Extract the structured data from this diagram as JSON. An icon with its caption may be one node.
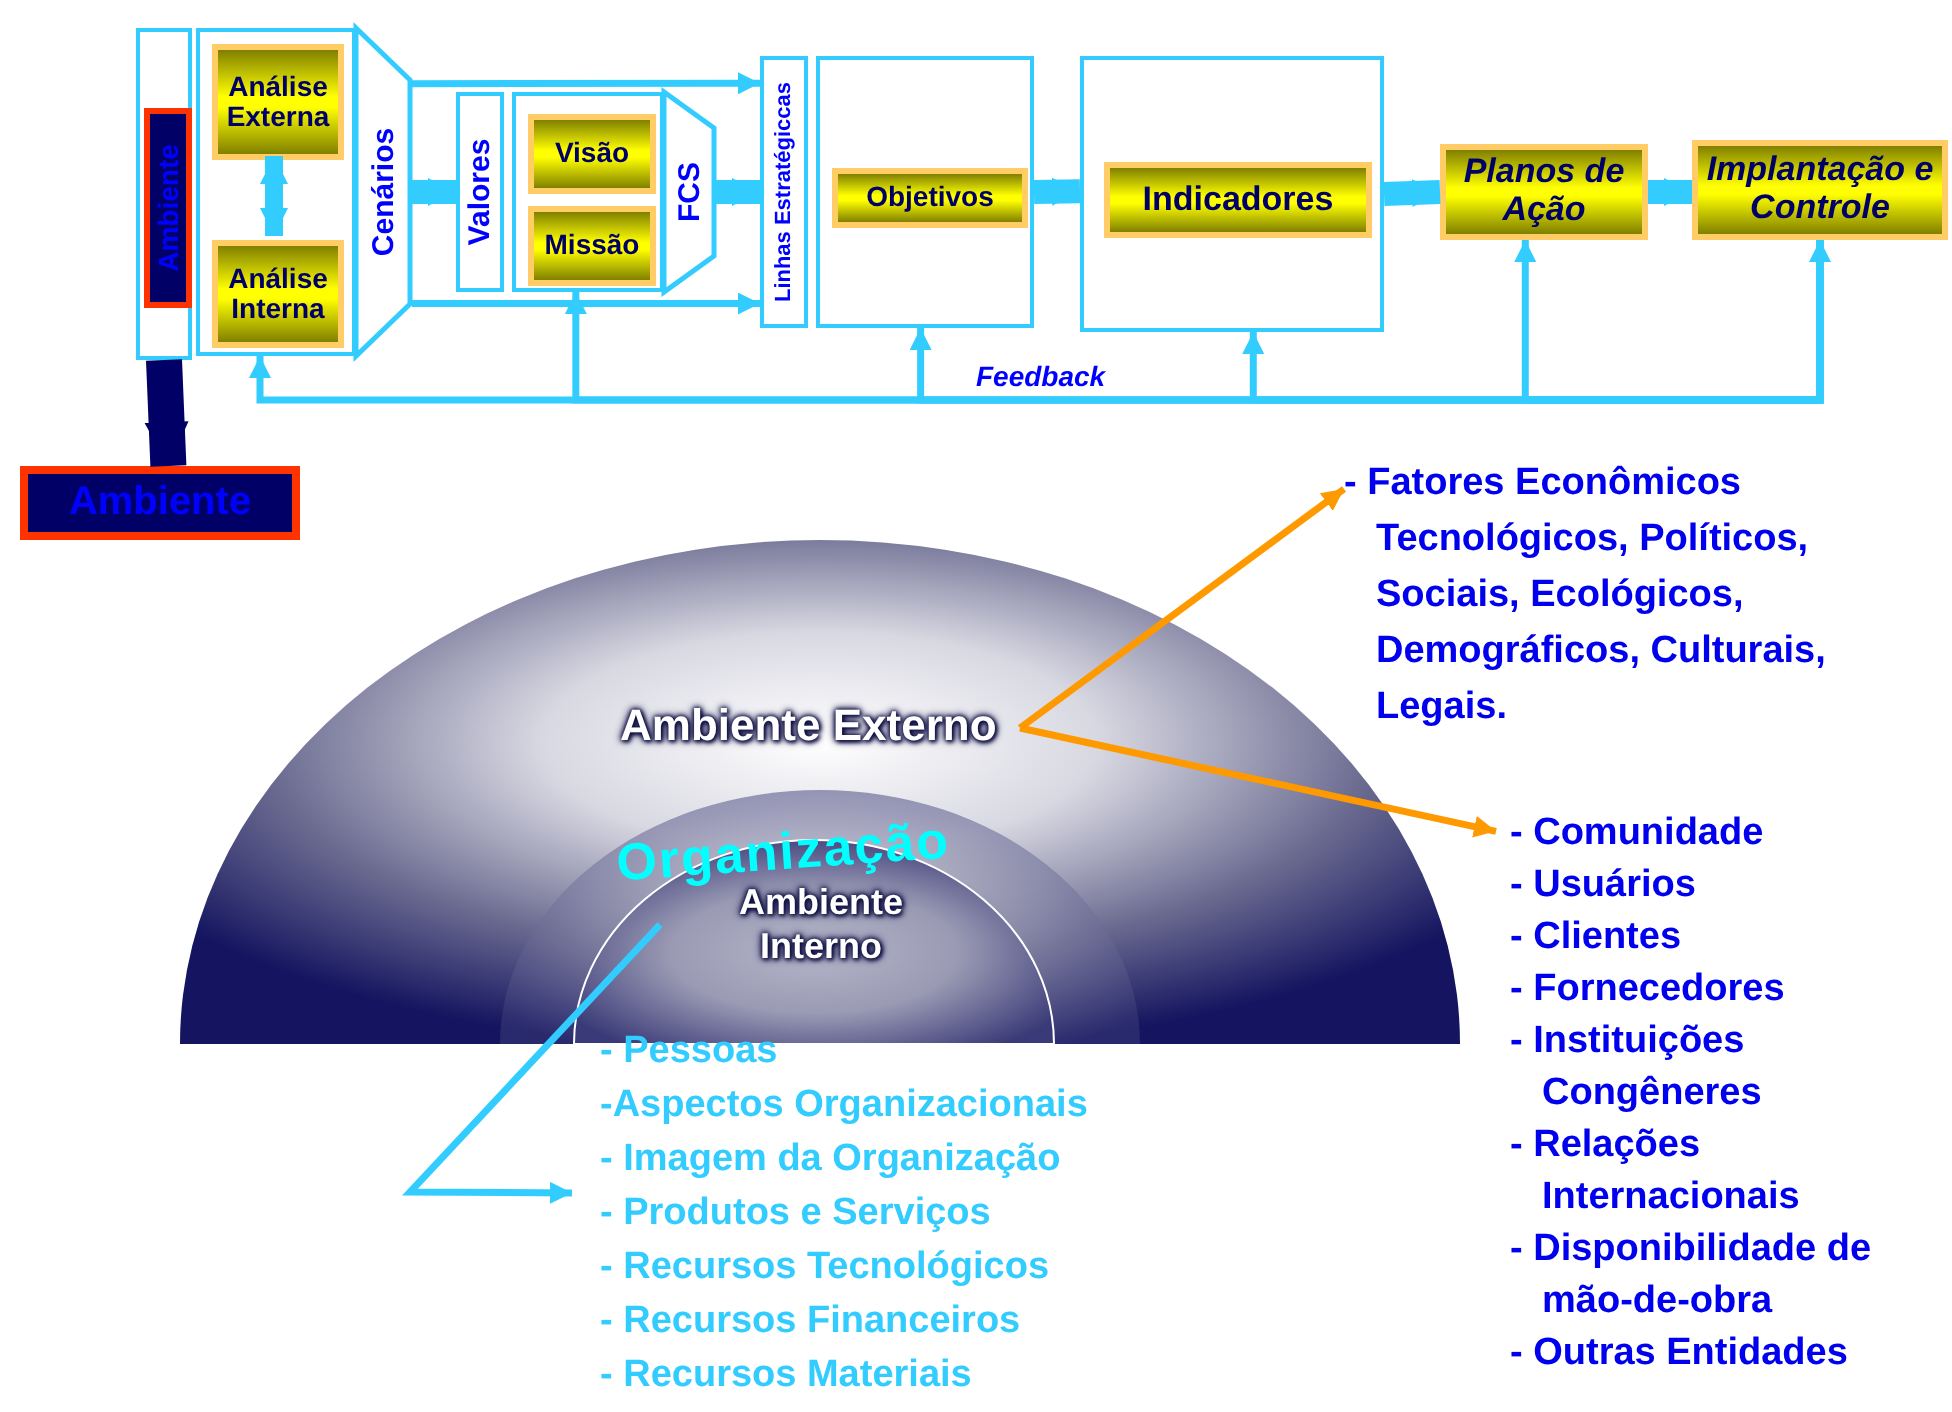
{
  "diagram": {
    "nodes": [
      {
        "text": [],
        "shape": "box"
      },
      {
        "text": [
          "Ambiente"
        ],
        "in": 0
      },
      {
        "text": [],
        "shape": "box"
      },
      {
        "text": [
          "Análise Externa"
        ],
        "in": 2
      },
      {
        "text": [
          "Análise Interna"
        ],
        "in": 2
      },
      {
        "text": [
          "Cenários"
        ]
      },
      {
        "text": [
          "Valores"
        ]
      },
      {
        "text": [],
        "shape": "box"
      },
      {
        "text": [
          "Visão"
        ],
        "in": 7
      },
      {
        "text": [
          "Missão"
        ],
        "in": 7
      },
      {
        "text": [
          "FCS"
        ]
      },
      {
        "text": [
          "Linhas Estratégiccas"
        ]
      },
      {
        "text": [],
        "shape": "box"
      },
      {
        "text": [
          "Objetivos"
        ],
        "in": 12
      },
      {
        "text": [],
        "shape": "box"
      },
      {
        "text": [
          "Indicadores"
        ],
        "in": 14
      },
      {
        "text": [
          "Planos de Ação"
        ]
      },
      {
        "text": [
          "Implantação e Controle"
        ]
      },
      {
        "text": [
          "Ambiente"
        ]
      },
      {
        "text": [],
        "shape": "dome"
      },
      {
        "text": [
          "Ambiente Externo"
        ],
        "in": 19
      },
      {
        "text": [
          "Organização",
          "Ambiente Interno"
        ],
        "in": 19
      },
      {
        "text": [
          "- Fatores Econômicos Tecnológicos, Políticos, Sociais, Ecológicos, Demográficos, Culturais, Legais."
        ]
      },
      {
        "text": [
          "- Comunidade",
          "- Usuários",
          "- Clientes",
          "- Fornecedores",
          "- Instituições Congêneres",
          "- Relações Internacionais",
          "- Disponibilidade de mão-de-obra",
          "- Outras Entidades"
        ]
      },
      {
        "text": [
          "- Pessoas",
          "-Aspectos Organizacionais",
          "- Imagem da Organização",
          "- Produtos e Serviços",
          "- Recursos Tecnológicos",
          "- Recursos Financeiros",
          "- Recursos Materiais"
        ]
      }
    ],
    "edges": [
      {
        "from": 3,
        "to": 4,
        "arrow": "both",
        "style": "thick"
      },
      {
        "from": 5,
        "to": 6,
        "arrow": "to",
        "style": "thick"
      },
      {
        "from": 5,
        "to": 11,
        "arrow": "to"
      },
      {
        "from": 5,
        "to": 11,
        "arrow": "to"
      },
      {
        "from": 10,
        "to": 11,
        "arrow": "to",
        "style": "thick"
      },
      {
        "from": 12,
        "to": 14,
        "arrow": "to",
        "style": "thick"
      },
      {
        "from": 14,
        "to": 16,
        "arrow": "to",
        "style": "thick"
      },
      {
        "from": 16,
        "to": 17,
        "arrow": "to",
        "style": "thick"
      },
      {
        "from": 17,
        "to": 2,
        "arrow": "both",
        "label": "Feedback"
      },
      {
        "from": 17,
        "to": 7,
        "arrow": "to"
      },
      {
        "from": 17,
        "to": 12,
        "arrow": "to"
      },
      {
        "from": 17,
        "to": 14,
        "arrow": "to"
      },
      {
        "from": 17,
        "to": 16,
        "arrow": "to"
      },
      {
        "from": 0,
        "to": 18,
        "arrow": "to",
        "style": "thick",
        "color": "#000066"
      },
      {
        "from": 20,
        "to": 22,
        "arrow": "to",
        "color": "#ff9900"
      },
      {
        "from": 20,
        "to": 23,
        "arrow": "to",
        "color": "#ff9900"
      },
      {
        "from": 21,
        "to": 24,
        "arrow": "to"
      }
    ]
  }
}
